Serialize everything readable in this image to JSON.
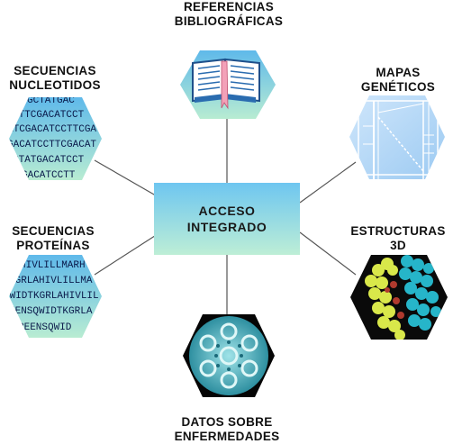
{
  "center": {
    "line1": "ACCESO",
    "line2": "INTEGRADO"
  },
  "nodes": {
    "referencias": {
      "line1": "REFERENCIAS",
      "line2": "BIBLIOGRÁFICAS",
      "icon": "open-book-icon"
    },
    "nucleotidos": {
      "line1": "SECUENCIAS",
      "line2": "NUCLEOTIDOS",
      "icon": "dna-sequence-icon",
      "sequence_lines": [
        "GCTATGAC",
        "CTTCGACATCCT",
        "ATCGACATCCTTCGA",
        "GACATCCTTCGACAT",
        "CTATGACATCCT",
        "GACATCCTT"
      ]
    },
    "mapas": {
      "line1": "MAPAS",
      "line2": "GENÉTICOS",
      "icon": "genetic-map-icon"
    },
    "proteinas": {
      "line1": "SECUENCIAS",
      "line2": "PROTEÍNAS",
      "icon": "protein-sequence-icon",
      "sequence_lines": [
        "HIVLILLMARH",
        "KGRLAHIVLILLMA",
        "QWIDTKGRLAHIVLIL",
        "EENSQWIDTKGRLA",
        "REENSQWID"
      ]
    },
    "estructuras": {
      "line1": "ESTRUCTURAS",
      "line2": "3D",
      "icon": "molecular-structure-icon"
    },
    "enfermedades": {
      "line1": "DATOS SOBRE",
      "line2": "ENFERMEDADES",
      "icon": "virus-capsid-icon"
    }
  },
  "colors": {
    "center_top": "#6ec6f0",
    "center_bottom": "#b9ecd6",
    "hex_top": "#5fb9ea",
    "hex_bottom": "#b8ecd2",
    "connector": "#555555"
  }
}
